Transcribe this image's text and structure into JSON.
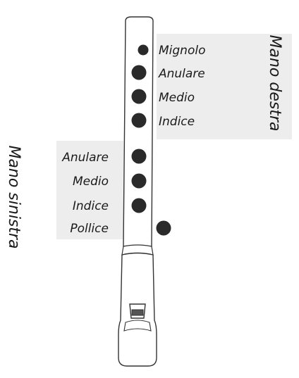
{
  "groups": {
    "right_hand": {
      "title": "Mano destra",
      "fingers": [
        "Mignolo",
        "Anulare",
        "Medio",
        "Indice"
      ]
    },
    "left_hand": {
      "title": "Mano sinistra",
      "fingers": [
        "Anulare",
        "Medio",
        "Indice",
        "Pollice"
      ]
    }
  },
  "holes": {
    "count": 8,
    "color": "#2a2a2a"
  },
  "colors": {
    "outline": "#333333",
    "shade": "#ededed"
  }
}
